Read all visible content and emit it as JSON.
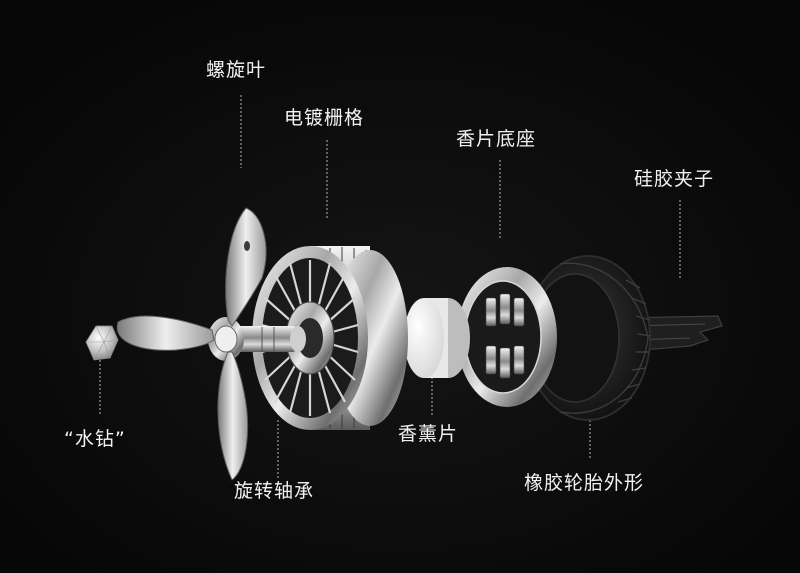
{
  "labels": {
    "propeller": "螺旋叶",
    "grille": "电镀栅格",
    "scent_base": "香片底座",
    "silicone_clip": "硅胶夹子",
    "diamond": "“水钻”",
    "bearing": "旋转轴承",
    "scent_pad": "香薰片",
    "tire_shell": "橡胶轮胎外形"
  },
  "colors": {
    "background": "#0b0b0c",
    "label_text": "#f2f2f2",
    "leader_line": "#9a9a9a"
  }
}
